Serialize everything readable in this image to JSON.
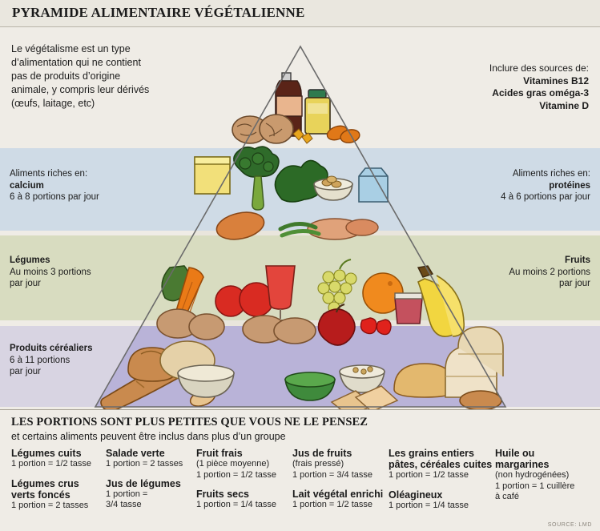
{
  "title": "PYRAMIDE ALIMENTAIRE VÉGÉTALIENNE",
  "intro": {
    "line1": "Le végétalisme est un type",
    "line2": "d’alimentation qui ne contient",
    "line3": "pas de produits d’origine",
    "line4": "animale, y compris leur dérivés",
    "line5": "(œufs, laitage, etc)"
  },
  "sources": {
    "heading": "Inclure des sources de:",
    "item1": "Vitamines B12",
    "item2": "Acides gras oméga-3",
    "item3": "Vitamine D"
  },
  "bands": {
    "calcium": {
      "lead": "Aliments riches en:",
      "name": "calcium",
      "portions": "6 à 8 portions par jour"
    },
    "proteines": {
      "lead": "Aliments riches en:",
      "name": "protéines",
      "portions": "4 à 6 portions par jour"
    },
    "legumes": {
      "name": "Légumes",
      "portions_line1": "Au moins 3 portions",
      "portions_line2": "par jour"
    },
    "fruits": {
      "name": "Fruits",
      "portions_line1": "Au moins 2 portions",
      "portions_line2": "par jour"
    },
    "cereales": {
      "name": "Produits céréaliers",
      "portions_line1": "6 à 11 portions",
      "portions_line2": "par jour"
    }
  },
  "footer": {
    "heading": "LES PORTIONS SONT PLUS PETITES QUE VOUS NE LE PENSEZ",
    "subheading": "et certains aliments peuvent être inclus dans plus d’un groupe",
    "columns": [
      {
        "entries": [
          {
            "name": "Légumes cuits",
            "details": [
              "1 portion = 1/2 tasse"
            ]
          },
          {
            "name": "Légumes crus\nverts foncés",
            "details": [
              "1 portion = 2 tasses"
            ]
          }
        ]
      },
      {
        "entries": [
          {
            "name": "Salade verte",
            "details": [
              "1 portion = 2 tasses"
            ]
          },
          {
            "name": "Jus de légumes",
            "details": [
              "1 portion =",
              "3/4 tasse"
            ]
          }
        ]
      },
      {
        "entries": [
          {
            "name": "Fruit frais",
            "details": [
              "(1 pièce moyenne)",
              "1 portion = 1/2 tasse"
            ]
          },
          {
            "name": "Fruits secs",
            "details": [
              "1 portion = 1/4 tasse"
            ]
          }
        ]
      },
      {
        "entries": [
          {
            "name": "Jus de fruits",
            "details": [
              "(frais pressé)",
              "1 portion = 3/4 tasse"
            ]
          },
          {
            "name": "Lait végétal enrichi",
            "details": [
              "1 portion = 1/2 tasse"
            ]
          }
        ]
      },
      {
        "entries": [
          {
            "name": "Les grains entiers\npâtes, céréales cuites",
            "details": [
              "1 portion = 1/2 tasse"
            ]
          },
          {
            "name": "Oléagineux",
            "details": [
              "1 portion = 1/4 tasse"
            ]
          }
        ]
      },
      {
        "entries": [
          {
            "name": "Huile ou\nmargarines",
            "details": [
              "(non hydrogénées)",
              "1 portion = 1 cuillère",
              "à café"
            ]
          }
        ]
      }
    ],
    "source": "SOURCE: LMD"
  },
  "colors": {
    "background": "#efece6",
    "calcium_band": "#cfdbe6",
    "vegetable_band": "#d8dcc0",
    "cereal_band": "#d8d4e2",
    "title_bar": "#eae7df",
    "pyramid_outline": "#6b6b6b"
  }
}
